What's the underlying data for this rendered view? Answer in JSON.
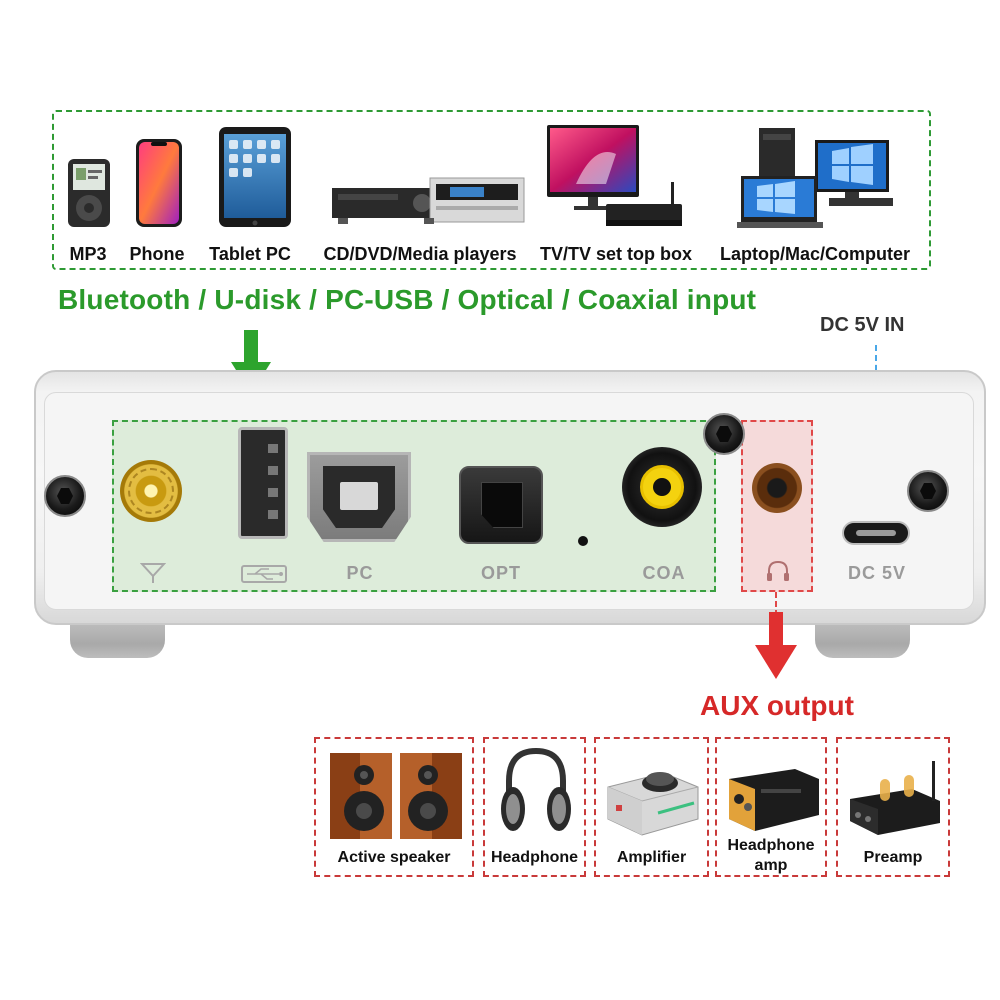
{
  "sources": {
    "devices": [
      {
        "label": "MP3",
        "icon": "mp3-player-icon"
      },
      {
        "label": "Phone",
        "icon": "phone-icon"
      },
      {
        "label": "Tablet PC",
        "icon": "tablet-icon"
      },
      {
        "label": "CD/DVD/Media players",
        "icon": "media-player-icon"
      },
      {
        "label": "TV/TV set top box",
        "icon": "tv-icon"
      },
      {
        "label": "Laptop/Mac/Computer",
        "icon": "computer-icon"
      }
    ],
    "input_title": "Bluetooth / U-disk / PC-USB / Optical / Coaxial input"
  },
  "device": {
    "dc_in_label": "DC 5V IN",
    "ports": {
      "antenna_symbol": "antenna-icon",
      "usb_symbol": "usb-icon",
      "pc_label": "PC",
      "opt_label": "OPT",
      "coa_label": "COA",
      "headphone_symbol": "headphone-icon",
      "dc_label": "DC 5V"
    }
  },
  "outputs": {
    "title": "AUX output",
    "devices": [
      {
        "label": "Active speaker",
        "icon": "speaker-icon"
      },
      {
        "label": "Headphone",
        "icon": "headphone-icon"
      },
      {
        "label": "Amplifier",
        "icon": "amplifier-icon"
      },
      {
        "label_line1": "Headphone",
        "label_line2": "amp",
        "icon": "headphone-amp-icon"
      },
      {
        "label": "Preamp",
        "icon": "preamp-icon"
      }
    ]
  },
  "colors": {
    "input_green": "#2b9a2b",
    "output_red": "#d62828",
    "coax_yellow": "#f4d20f",
    "dc_line_blue": "#4aa8e8"
  }
}
